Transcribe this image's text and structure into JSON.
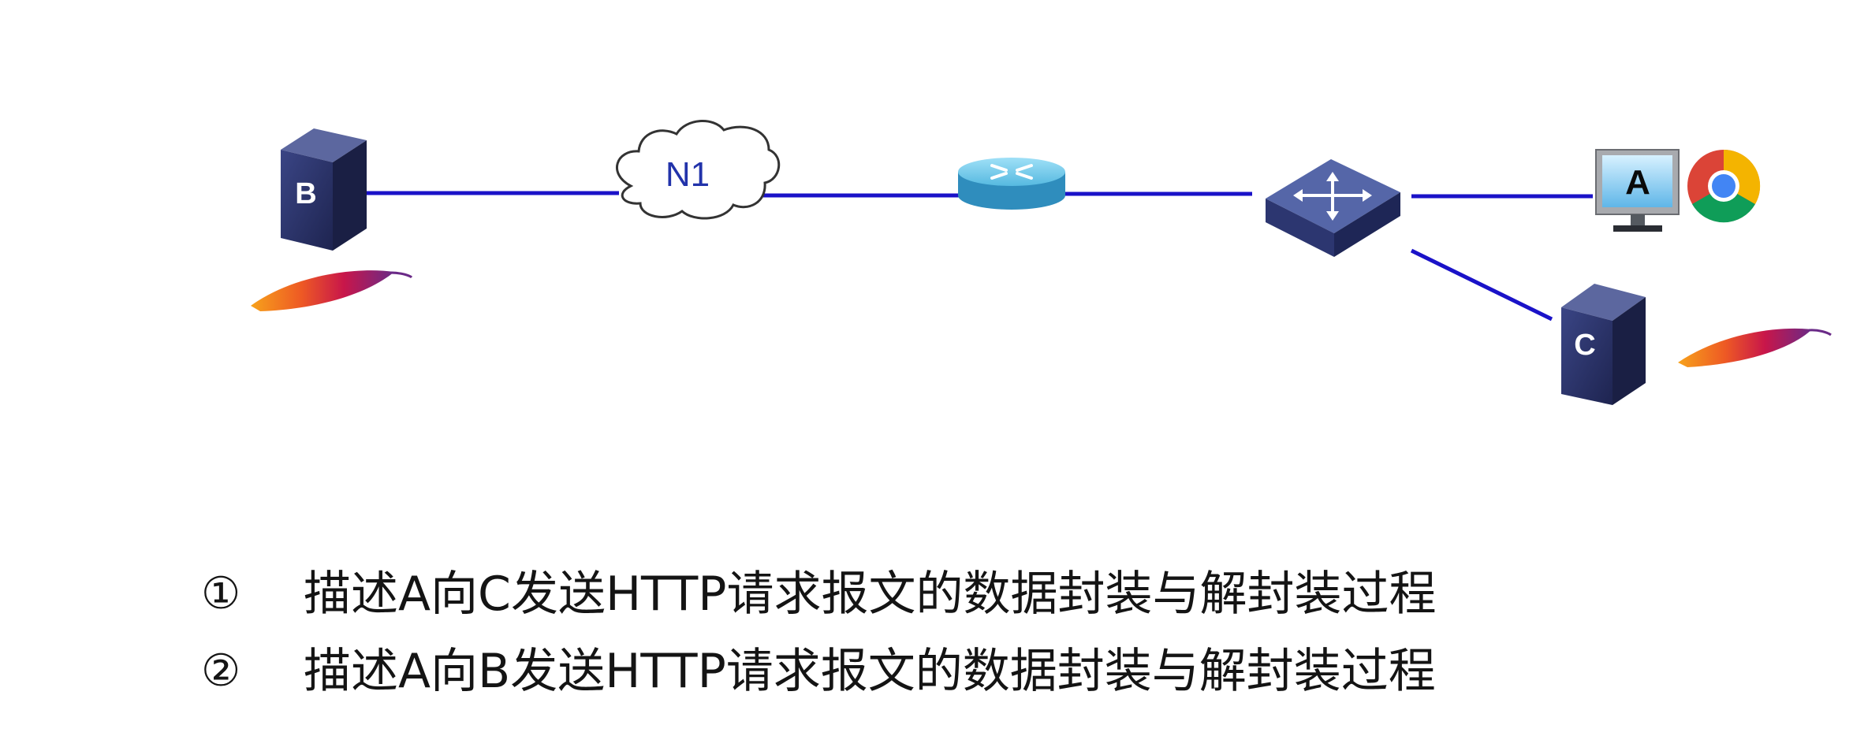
{
  "diagram": {
    "nodes": {
      "server_b": {
        "label": "B",
        "icon": "server-tower-icon",
        "software": "apache-feather-icon"
      },
      "cloud_n1": {
        "label": "N1",
        "icon": "cloud-icon"
      },
      "router": {
        "icon": "router-icon"
      },
      "switch": {
        "icon": "layer3-switch-icon"
      },
      "pc_a": {
        "label": "A",
        "icon": "pc-monitor-icon",
        "software": "chrome-browser-icon"
      },
      "server_c": {
        "label": "C",
        "icon": "server-tower-icon",
        "software": "apache-feather-icon"
      }
    },
    "links": [
      {
        "from": "server_b",
        "to": "cloud_n1"
      },
      {
        "from": "cloud_n1",
        "to": "router"
      },
      {
        "from": "router",
        "to": "switch"
      },
      {
        "from": "switch",
        "to": "pc_a"
      },
      {
        "from": "switch",
        "to": "server_c"
      }
    ],
    "colors": {
      "link": "#1a12c8",
      "cloud_text": "#2233aa",
      "server_body": "#2b3166",
      "router_body": "#3aa0d0",
      "switch_body": "#3b4b8c"
    }
  },
  "questions": [
    {
      "number": "①",
      "text": "描述A向C发送HTTP请求报文的数据封装与解封装过程"
    },
    {
      "number": "②",
      "text": "描述A向B发送HTTP请求报文的数据封装与解封装过程"
    }
  ]
}
